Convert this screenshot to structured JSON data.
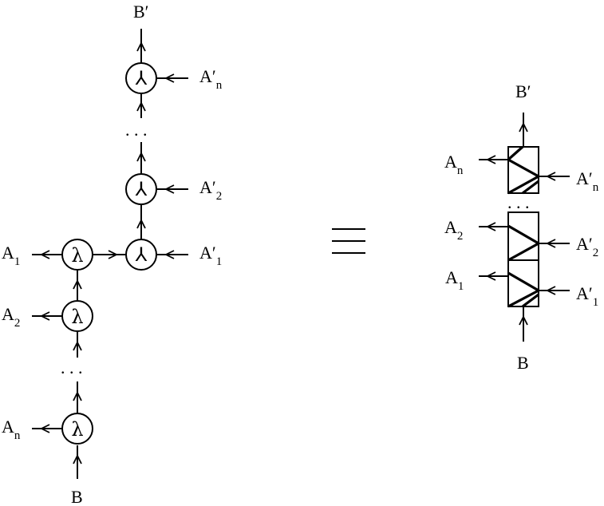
{
  "left": {
    "top_label": "B′",
    "bottom_label": "B",
    "lambda_symbol": "λ",
    "merge_symbol": "⅄",
    "lambda_nodes": [
      {
        "label": "A",
        "sub": "1"
      },
      {
        "label": "A",
        "sub": "2"
      },
      {
        "label": "A",
        "sub": "n"
      }
    ],
    "merge_nodes": [
      {
        "label": "A′",
        "sub": "1"
      },
      {
        "label": "A′",
        "sub": "2"
      },
      {
        "label": "A′",
        "sub": "n"
      }
    ],
    "ellipsis": ". . ."
  },
  "equiv_symbol": "≡",
  "right": {
    "top_label": "B′",
    "bottom_label": "B",
    "left_outputs": [
      {
        "label": "A",
        "sub": "n"
      },
      {
        "label": "A",
        "sub": "2"
      },
      {
        "label": "A",
        "sub": "1"
      }
    ],
    "right_inputs": [
      {
        "label": "A′",
        "sub": "n"
      },
      {
        "label": "A′",
        "sub": "2"
      },
      {
        "label": "A′",
        "sub": "1"
      }
    ],
    "ellipsis": ". . ."
  }
}
